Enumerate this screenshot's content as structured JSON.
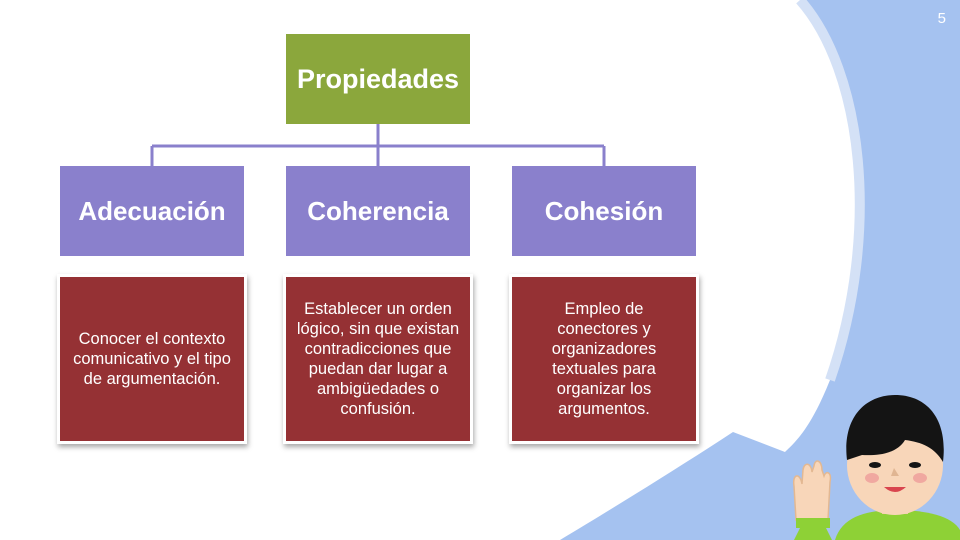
{
  "slide": {
    "number": "5"
  },
  "diagram": {
    "root": {
      "label": "Propiedades"
    },
    "branches": [
      {
        "label": "Adecuación",
        "description": "Conocer el contexto comunicativo y el tipo de argumentación."
      },
      {
        "label": "Coherencia",
        "description": "Establecer un orden lógico, sin que existan contradicciones que puedan dar lugar a ambigüedades o confusión."
      },
      {
        "label": "Cohesión",
        "description": "Empleo de conectores y organizadores textuales para organizar los argumentos."
      }
    ]
  },
  "colors": {
    "root_box": "#8ba73c",
    "branch_box": "#8a80cc",
    "description_box": "#953134",
    "connector": "#8a80cc",
    "speech_background": "#a5c2f0"
  }
}
